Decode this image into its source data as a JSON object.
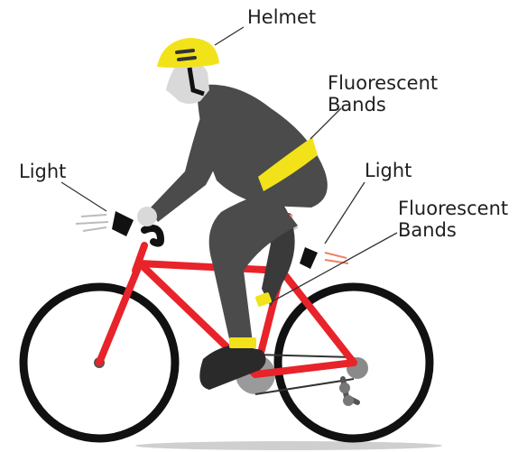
{
  "labels": {
    "helmet": "Helmet",
    "fluorescent_bands_top": {
      "line1": "Fluorescent",
      "line2": "Bands"
    },
    "light_left": "Light",
    "light_right": "Light",
    "fluorescent_bands_right": {
      "line1": "Fluorescent",
      "line2": "Bands"
    }
  },
  "colors": {
    "helmet": "#f2e21a",
    "fluorescent_band": "#f2e21a",
    "bike_frame": "#e8232a",
    "rider_clothing": "#4b4b4b",
    "skin": "#d9d9d9",
    "wheel": "#111111",
    "leader_line": "#333333"
  }
}
